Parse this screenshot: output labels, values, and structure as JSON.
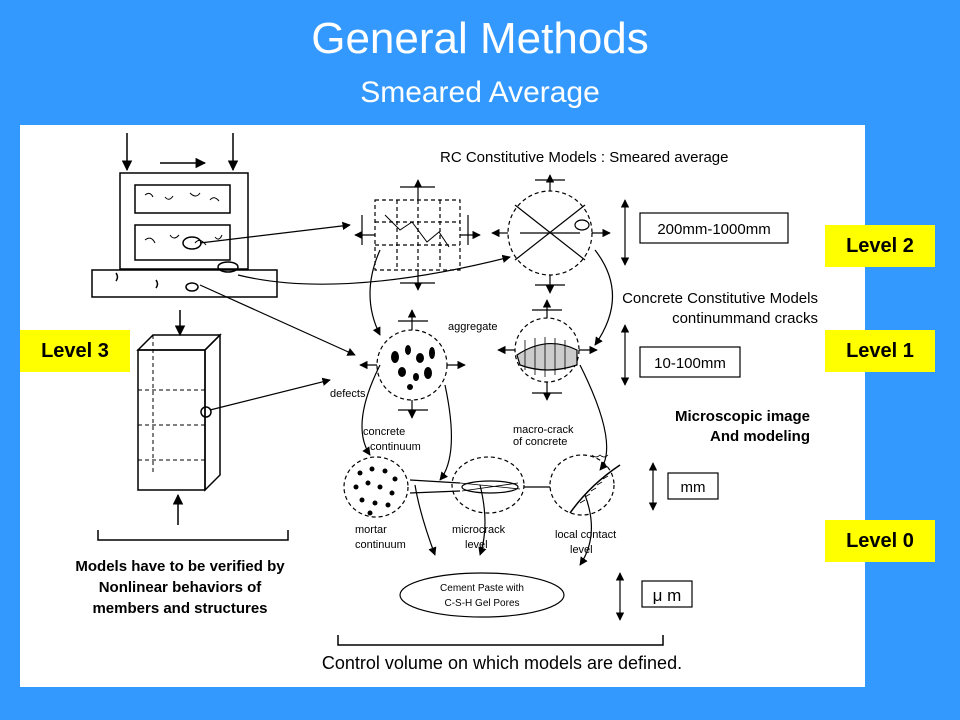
{
  "slide": {
    "title": "General Methods",
    "subtitle": "Smeared Average",
    "background_color": "#3399ff",
    "badge_color": "#ffff00"
  },
  "levels": {
    "level2": "Level 2",
    "level1": "Level 1",
    "level0": "Level 0",
    "level3": "Level 3"
  },
  "diagram": {
    "rc_heading": "RC Constitutive Models : Smeared average",
    "concrete_heading_line1": "Concrete Constitutive Models",
    "concrete_heading_line2": "continummand cracks",
    "micro_heading_line1": "Microscopic image",
    "micro_heading_line2": "And modeling",
    "scale_200": "200mm-1000mm",
    "scale_10": "10-100mm",
    "scale_mm": "mm",
    "scale_um": "μ m",
    "aggregate": "aggregate",
    "defects": "defects",
    "concrete_continuum_line1": "concrete",
    "concrete_continuum_line2": "continuum",
    "macro_crack_line1": "macro-crack",
    "macro_crack_line2": "of concrete",
    "mortar_line1": "mortar",
    "mortar_line2": "continuum",
    "microcrack_line1": "microcrack",
    "microcrack_line2": "level",
    "local_contact_line1": "local contact",
    "local_contact_line2": "level",
    "cement_line1": "Cement Paste with",
    "cement_line2": "C-S-H Gel Pores",
    "verify_line1": "Models have to be verified by",
    "verify_line2": "Nonlinear behaviors of",
    "verify_line3": "members and structures",
    "control_volume": "Control volume on which models are defined."
  }
}
